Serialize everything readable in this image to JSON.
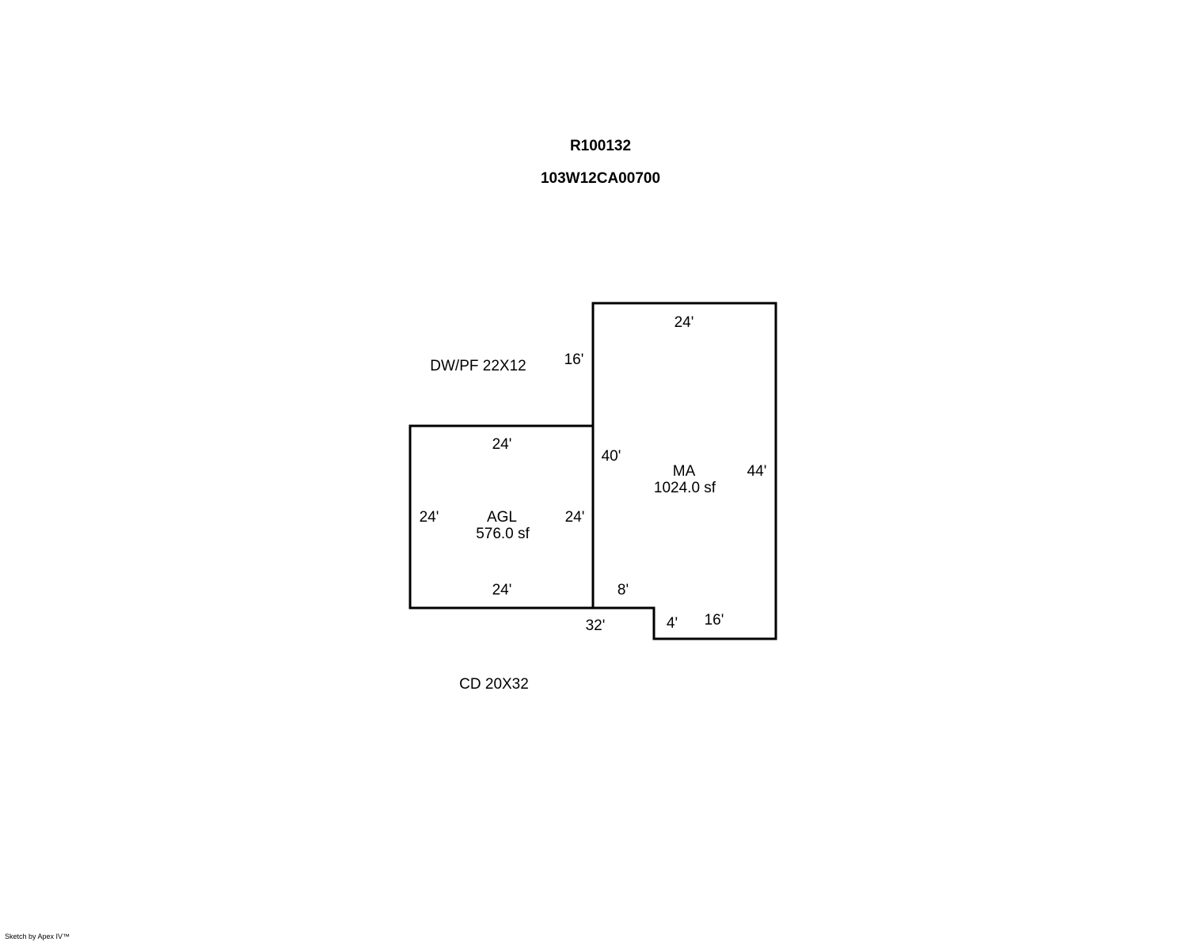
{
  "header": {
    "record_id": "R100132",
    "parcel_id": "103W12CA00700"
  },
  "areas": {
    "ma": {
      "code": "MA",
      "area": "1024.0 sf"
    },
    "agl": {
      "code": "AGL",
      "area": "576.0 sf"
    }
  },
  "dimensions": {
    "ma_top": "24'",
    "ma_left_upper": "16'",
    "ma_left_lower": "40'",
    "ma_right": "44'",
    "ma_notch_vertical": "8'",
    "ma_notch_step": "4'",
    "ma_bottom": "16'",
    "shared_bottom": "32'",
    "agl_top": "24'",
    "agl_left": "24'",
    "agl_right": "24'",
    "agl_bottom": "24'"
  },
  "notes": {
    "driveway": "DW/PF 22X12",
    "deck": "CD 20X32"
  },
  "footer": {
    "credit": "Sketch by Apex IV™"
  }
}
